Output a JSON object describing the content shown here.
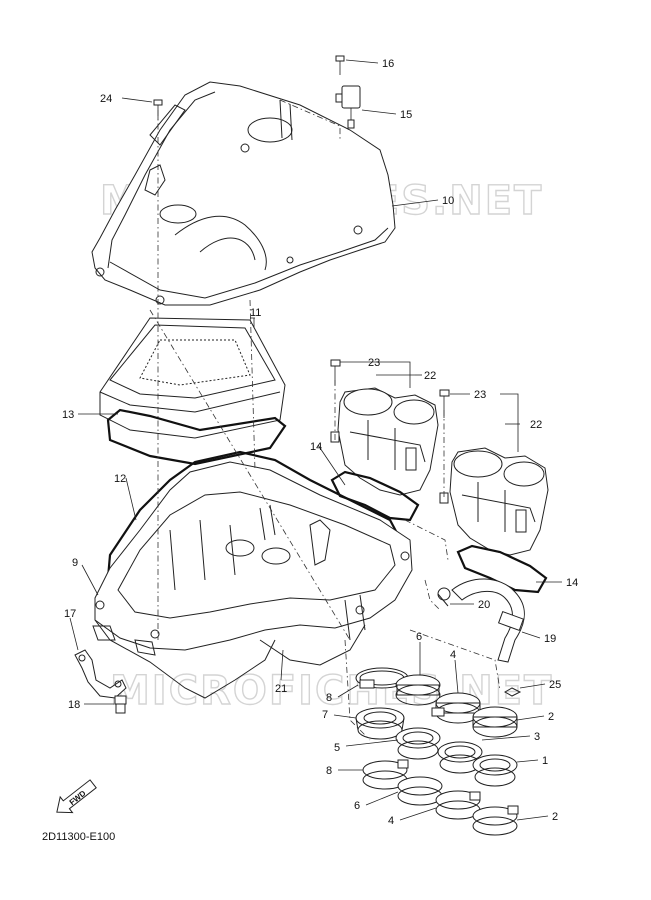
{
  "watermark": [
    "MICROFICHES.NET",
    "MICROFICHES.NET"
  ],
  "diagram_code": "2D11300-E100",
  "fwd_label": "FWD",
  "callouts": [
    "24",
    "16",
    "15",
    "10",
    "11",
    "23",
    "22",
    "23",
    "22",
    "13",
    "14",
    "12",
    "14",
    "9",
    "20",
    "19",
    "17",
    "21",
    "6",
    "4",
    "8",
    "25",
    "7",
    "2",
    "5",
    "3",
    "18",
    "8",
    "1",
    "6",
    "4",
    "2"
  ]
}
